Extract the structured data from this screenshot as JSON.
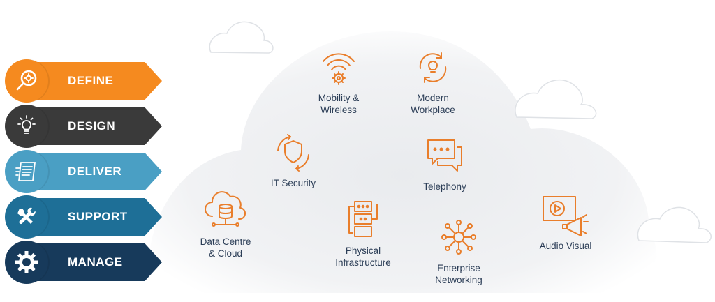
{
  "colors": {
    "orange": "#f58a1f",
    "dark": "#3a3a3a",
    "light_blue": "#4a9fc4",
    "teal": "#1e6f97",
    "navy": "#173a5b",
    "text": "#2c3e57"
  },
  "stages": [
    {
      "label": "DEFINE",
      "icon": "magnifier-gear-icon"
    },
    {
      "label": "DESIGN",
      "icon": "lightbulb-icon"
    },
    {
      "label": "DELIVER",
      "icon": "checklist-document-icon"
    },
    {
      "label": "SUPPORT",
      "icon": "wrench-screwdriver-icon"
    },
    {
      "label": "MANAGE",
      "icon": "gear-icon"
    }
  ],
  "services": {
    "mobility": {
      "line1": "Mobility &",
      "line2": "Wireless",
      "icon": "wireless-gear-icon"
    },
    "workplace": {
      "line1": "Modern",
      "line2": "Workplace",
      "icon": "lightbulb-cycle-icon"
    },
    "security": {
      "line1": "IT Security",
      "icon": "shield-refresh-icon"
    },
    "telephony": {
      "line1": "Telephony",
      "icon": "chat-bubbles-icon"
    },
    "datacentre": {
      "line1": "Data Centre",
      "line2": "& Cloud",
      "icon": "cloud-database-icon"
    },
    "physical": {
      "line1": "Physical",
      "line2": "Infrastructure",
      "icon": "server-rack-icon"
    },
    "networking": {
      "line1": "Enterprise",
      "line2": "Networking",
      "icon": "network-hub-icon"
    },
    "audiovisual": {
      "line1": "Audio Visual",
      "icon": "screen-megaphone-icon"
    }
  }
}
